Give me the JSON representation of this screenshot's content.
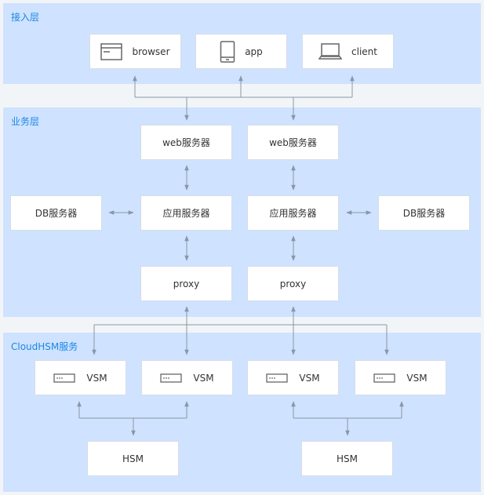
{
  "layers": {
    "access": {
      "title": "接入层"
    },
    "business": {
      "title": "业务层"
    },
    "hsm": {
      "title": "CloudHSM服务"
    }
  },
  "access_nodes": [
    {
      "label": "browser",
      "icon": "browser-window-icon"
    },
    {
      "label": "app",
      "icon": "mobile-phone-icon"
    },
    {
      "label": "client",
      "icon": "laptop-icon"
    }
  ],
  "business_nodes": {
    "web_left": "web服务器",
    "web_right": "web服务器",
    "db_left": "DB服务器",
    "app_left": "应用服务器",
    "app_right": "应用服务器",
    "db_right": "DB服务器",
    "proxy_left": "proxy",
    "proxy_right": "proxy"
  },
  "hsm_nodes": {
    "vsm": [
      {
        "label": "VSM",
        "icon": "server-unit-icon"
      },
      {
        "label": "VSM",
        "icon": "server-unit-icon"
      },
      {
        "label": "VSM",
        "icon": "server-unit-icon"
      },
      {
        "label": "VSM",
        "icon": "server-unit-icon"
      }
    ],
    "hsm_left": "HSM",
    "hsm_right": "HSM"
  },
  "colors": {
    "layer_bg": "#cfe2ff",
    "layer_title": "#1a87e5",
    "arrow": "#8a96a6"
  }
}
